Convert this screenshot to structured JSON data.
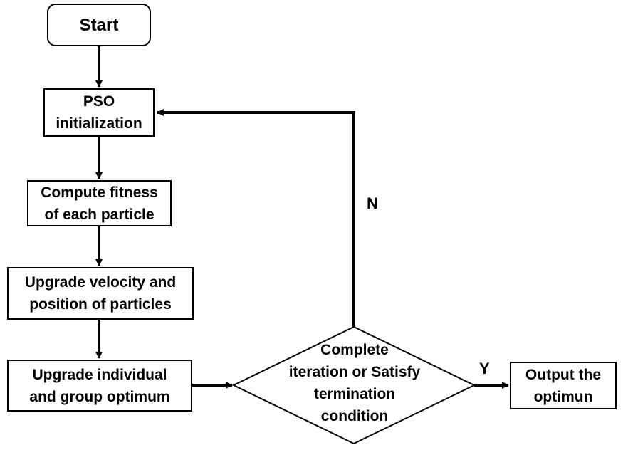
{
  "nodes": {
    "start": {
      "label": "Start"
    },
    "pso_init": {
      "lines": [
        "PSO",
        "initialization"
      ]
    },
    "compute_fitness": {
      "lines": [
        "Compute fitness",
        "of each particle"
      ]
    },
    "upgrade_velocity": {
      "lines": [
        "Upgrade velocity and",
        "position of particles"
      ]
    },
    "upgrade_optimum": {
      "lines": [
        "Upgrade individual",
        "and group optimum"
      ]
    },
    "decision": {
      "lines": [
        "Complete",
        "iteration or Satisfy",
        "termination",
        "condition"
      ]
    },
    "output": {
      "lines": [
        "Output the",
        "optimun"
      ]
    }
  },
  "edges": {
    "no_label": "N",
    "yes_label": "Y"
  },
  "colors": {
    "stroke": "#000000",
    "background": "#ffffff"
  }
}
